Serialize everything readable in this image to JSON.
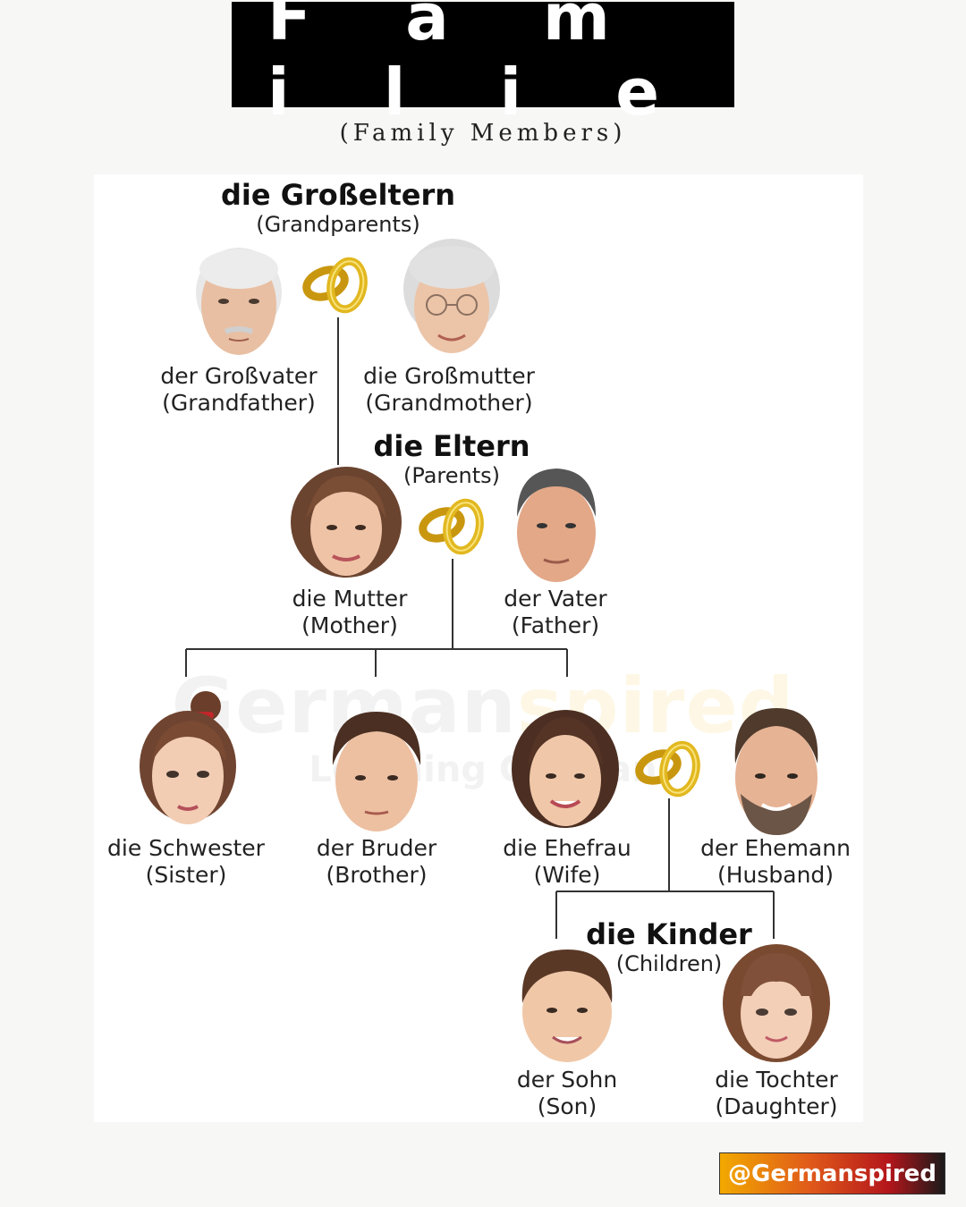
{
  "title": "F a m i l i e",
  "subtitle": "(Family Members)",
  "watermark": {
    "brand_part1": "German",
    "brand_part2": "spired",
    "tagline": "Learning German"
  },
  "groups": {
    "grandparents": {
      "de": "die Großeltern",
      "en": "(Grandparents)"
    },
    "parents": {
      "de": "die Eltern",
      "en": "(Parents)"
    },
    "children": {
      "de": "die Kinder",
      "en": "(Children)"
    }
  },
  "members": {
    "grandfather": {
      "de": "der Großvater",
      "en": "(Grandfather)"
    },
    "grandmother": {
      "de": "die Großmutter",
      "en": "(Grandmother)"
    },
    "mother": {
      "de": "die Mutter",
      "en": "(Mother)"
    },
    "father": {
      "de": "der Vater",
      "en": "(Father)"
    },
    "sister": {
      "de": "die Schwester",
      "en": "(Sister)"
    },
    "brother": {
      "de": "der Bruder",
      "en": "(Brother)"
    },
    "wife": {
      "de": "die Ehefrau",
      "en": "(Wife)"
    },
    "husband": {
      "de": "der Ehemann",
      "en": "(Husband)"
    },
    "son": {
      "de": "der Sohn",
      "en": "(Son)"
    },
    "daughter": {
      "de": "die Tochter",
      "en": "(Daughter)"
    }
  },
  "handle": "@Germanspired",
  "colors": {
    "ring_gold": "#d9a914",
    "title_bg": "#000000",
    "line": "#333333"
  }
}
